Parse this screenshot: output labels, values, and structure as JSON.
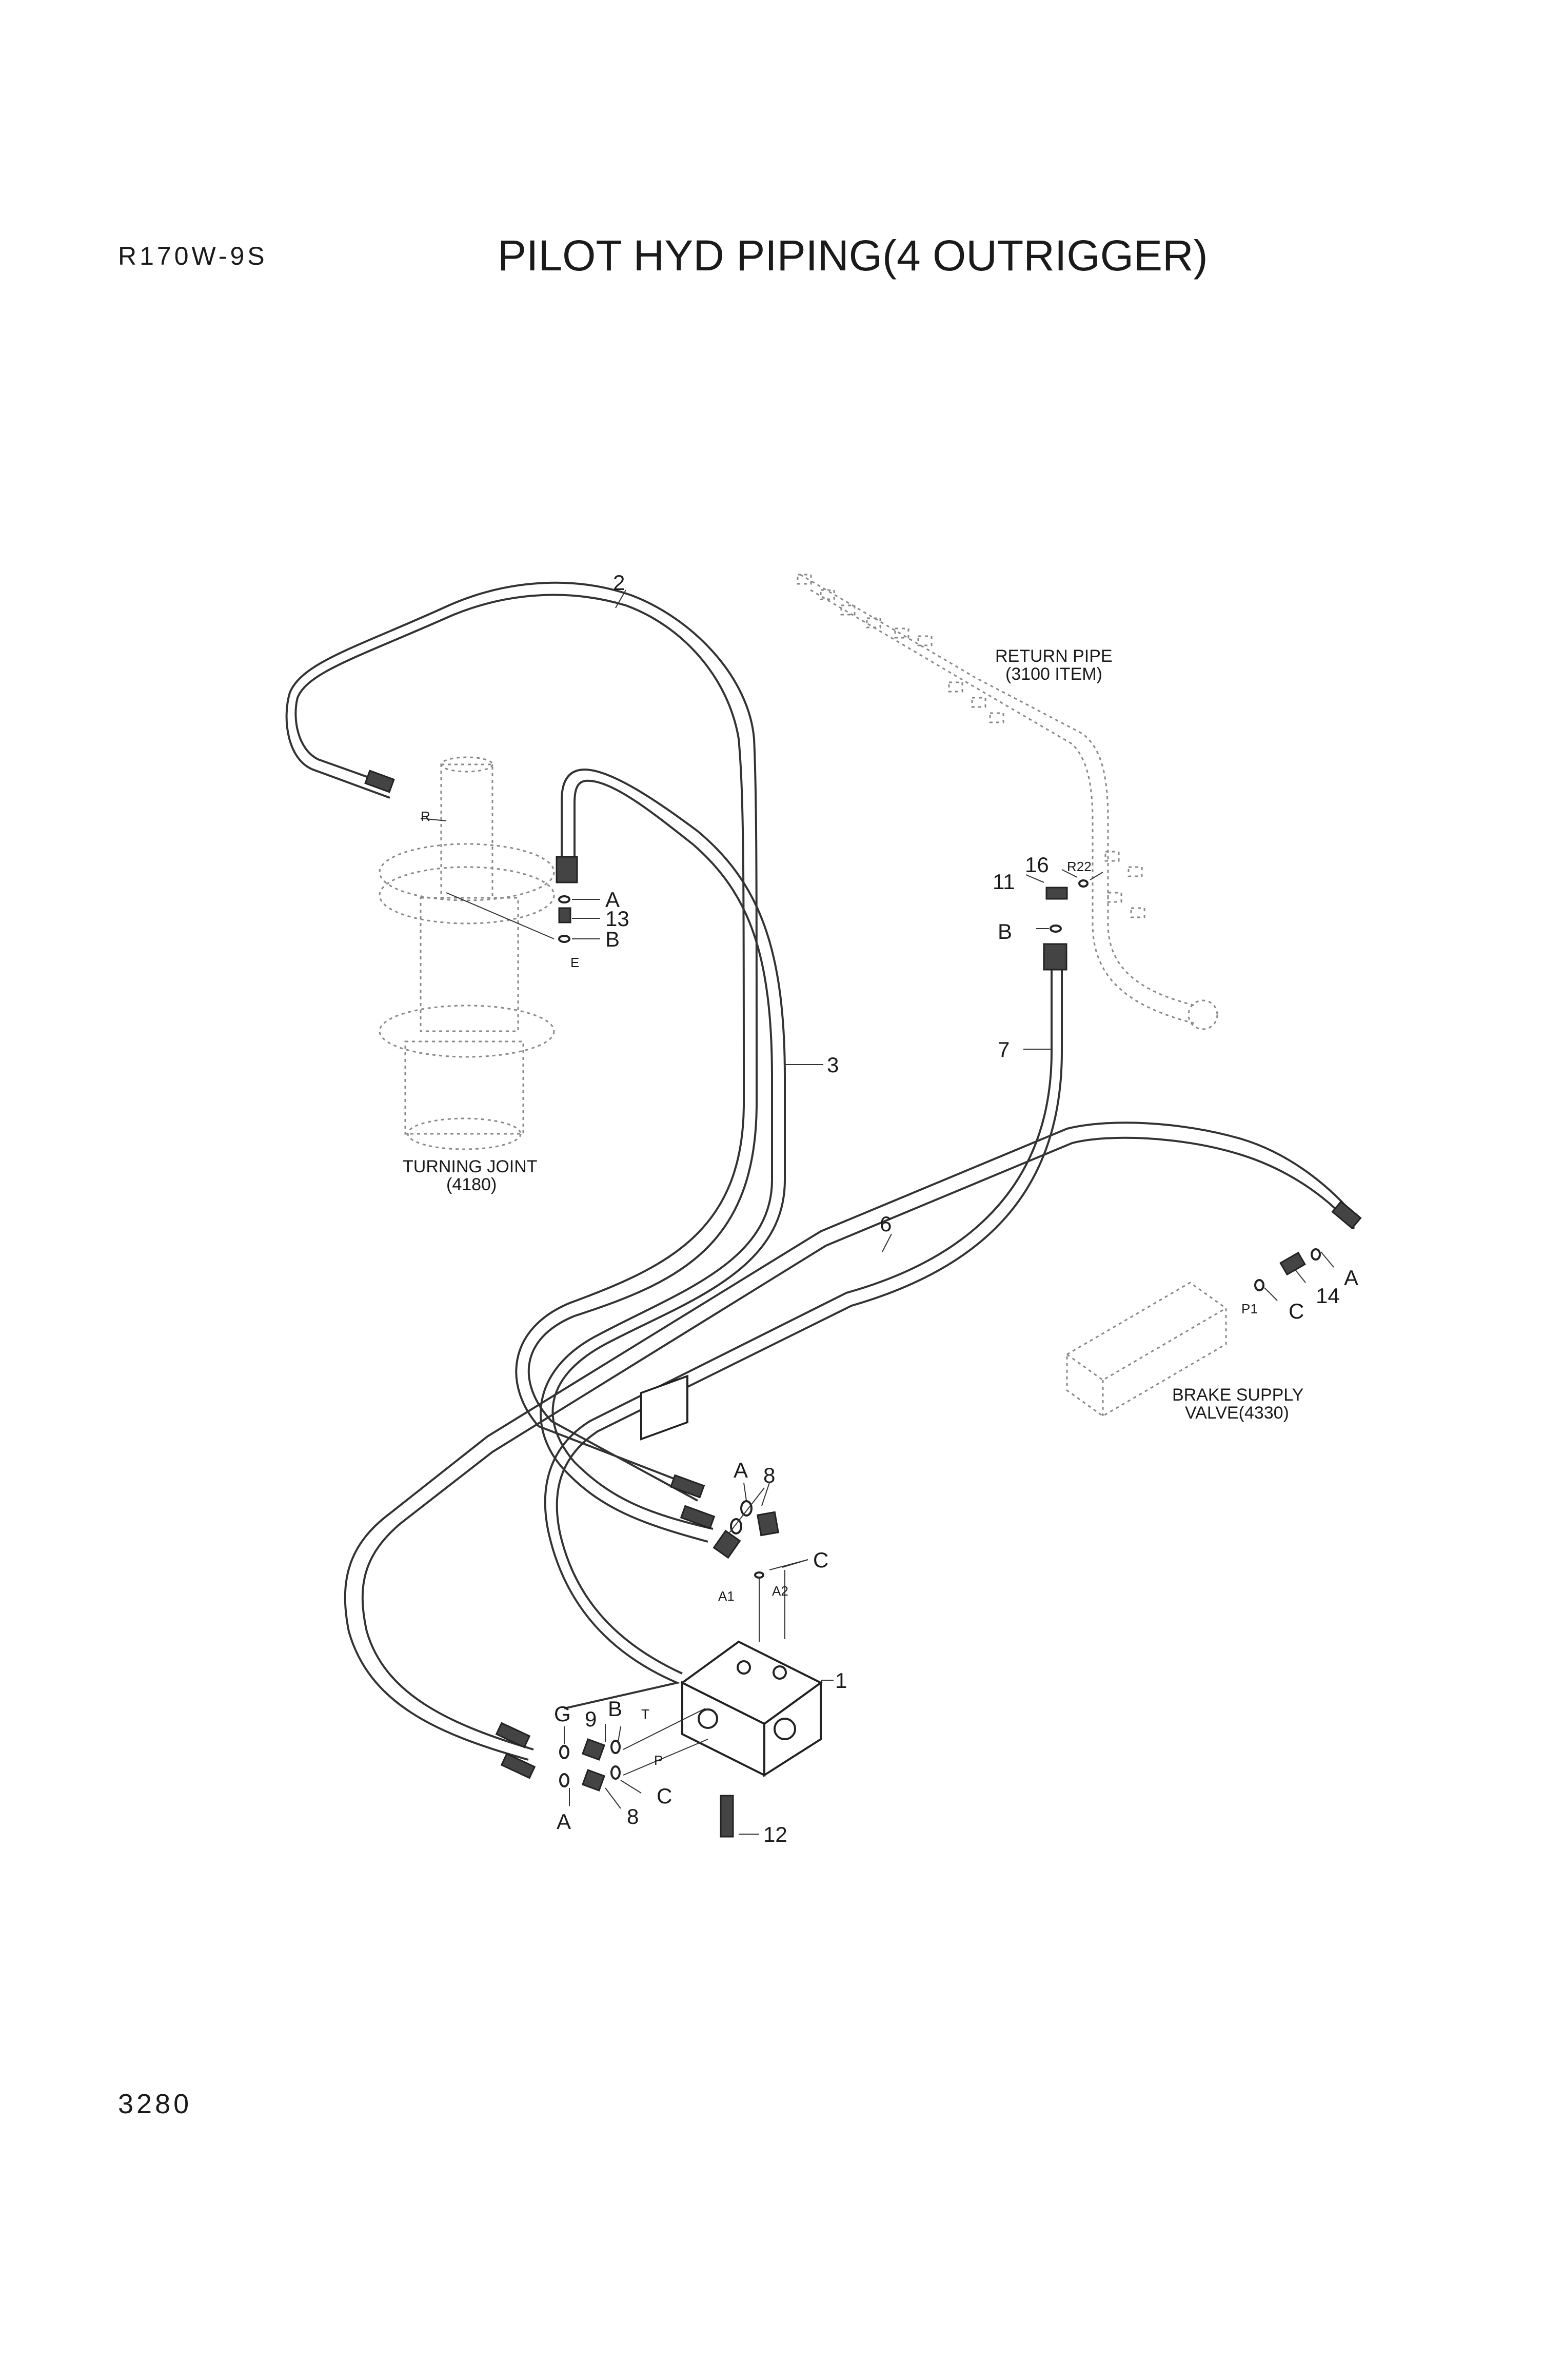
{
  "header": {
    "model": "R170W-9S",
    "title": "PILOT HYD PIPING(4 OUTRIGGER)"
  },
  "footer": {
    "page_number": "3280"
  },
  "callouts": {
    "c1": "1",
    "c2": "2",
    "c3": "3",
    "c6": "6",
    "c7": "7",
    "c8_top": "8",
    "c8_bottom": "8",
    "c9": "9",
    "c11": "11",
    "c12": "12",
    "c13": "13",
    "c14": "14",
    "c16": "16",
    "a_tj": "A",
    "b_tj": "B",
    "b_right": "B",
    "a_right": "A",
    "c_right": "C",
    "a_valve_top": "A",
    "c_valve_top": "C",
    "g_valve": "G",
    "b_valve": "B",
    "c_valve_bottom": "C",
    "a_valve_bottom": "A"
  },
  "ports": {
    "r": "R",
    "e": "E",
    "r22": "R22",
    "p1": "P1",
    "a1": "A1",
    "a2": "A2",
    "t": "T",
    "p": "P"
  },
  "references": {
    "return_pipe_line1": "RETURN PIPE",
    "return_pipe_line2": "(3100 ITEM)",
    "turning_joint_line1": "TURNING JOINT",
    "turning_joint_line2": "(4180)",
    "brake_valve_line1": "BRAKE SUPPLY",
    "brake_valve_line2": "VALVE(4330)"
  }
}
